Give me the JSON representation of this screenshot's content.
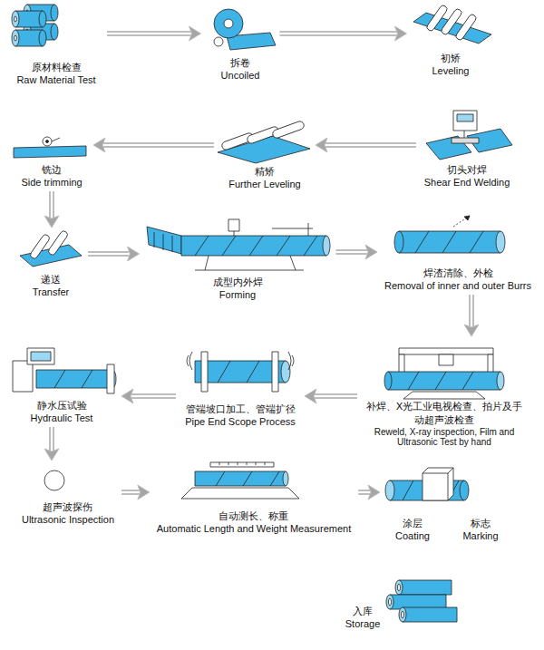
{
  "diagram": {
    "nodes": [
      {
        "text": [
          "原材料检查",
          "Raw Material Test"
        ]
      },
      {
        "text": [
          "拆卷",
          "Uncoiled"
        ]
      },
      {
        "text": [
          "初矫",
          "Leveling"
        ]
      },
      {
        "text": [
          "切头对焊",
          "Shear End Welding"
        ]
      },
      {
        "text": [
          "精矫",
          "Further Leveling"
        ]
      },
      {
        "text": [
          "铣边",
          "Side trimming"
        ]
      },
      {
        "text": [
          "递送",
          "Transfer"
        ]
      },
      {
        "text": [
          "成型内外焊",
          "Forming"
        ]
      },
      {
        "text": [
          "焊渣清除、外检",
          "Removal of inner and outer Burrs"
        ]
      },
      {
        "text": [
          "补焊、X光工业电视检查、拍片及手动超声波检查",
          "Reweld, X-ray inspection, Film and Ultrasonic Test by hand"
        ]
      },
      {
        "text": [
          "管端坡口加工、管端扩径",
          "Pipe End Scope Process"
        ]
      },
      {
        "text": [
          "静水压试验",
          "Hydraulic Test"
        ]
      },
      {
        "text": [
          "超声波探伤",
          "Ultrasonic Inspection"
        ]
      },
      {
        "text": [
          "自动测长、称重",
          "Automatic Length and Weight Measurement"
        ]
      },
      {
        "text": [
          "涂层",
          "Coating"
        ]
      },
      {
        "text": [
          "标志",
          "Marking"
        ]
      },
      {
        "text": [
          "入库",
          "Storage"
        ]
      }
    ],
    "edges": [
      {
        "from": 0,
        "to": 1,
        "arrow": "to"
      },
      {
        "from": 1,
        "to": 2,
        "arrow": "to"
      },
      {
        "from": 3,
        "to": 4,
        "arrow": "to"
      },
      {
        "from": 4,
        "to": 5,
        "arrow": "to"
      },
      {
        "from": 5,
        "to": 6,
        "arrow": "to"
      },
      {
        "from": 6,
        "to": 7,
        "arrow": "to"
      },
      {
        "from": 7,
        "to": 8,
        "arrow": "to"
      },
      {
        "from": 8,
        "to": 9,
        "arrow": "to"
      },
      {
        "from": 9,
        "to": 10,
        "arrow": "to"
      },
      {
        "from": 10,
        "to": 11,
        "arrow": "to"
      },
      {
        "from": 11,
        "to": 12,
        "arrow": "to"
      },
      {
        "from": 12,
        "to": 13,
        "arrow": "to"
      },
      {
        "from": 13,
        "to": 14,
        "arrow": "to"
      }
    ]
  }
}
